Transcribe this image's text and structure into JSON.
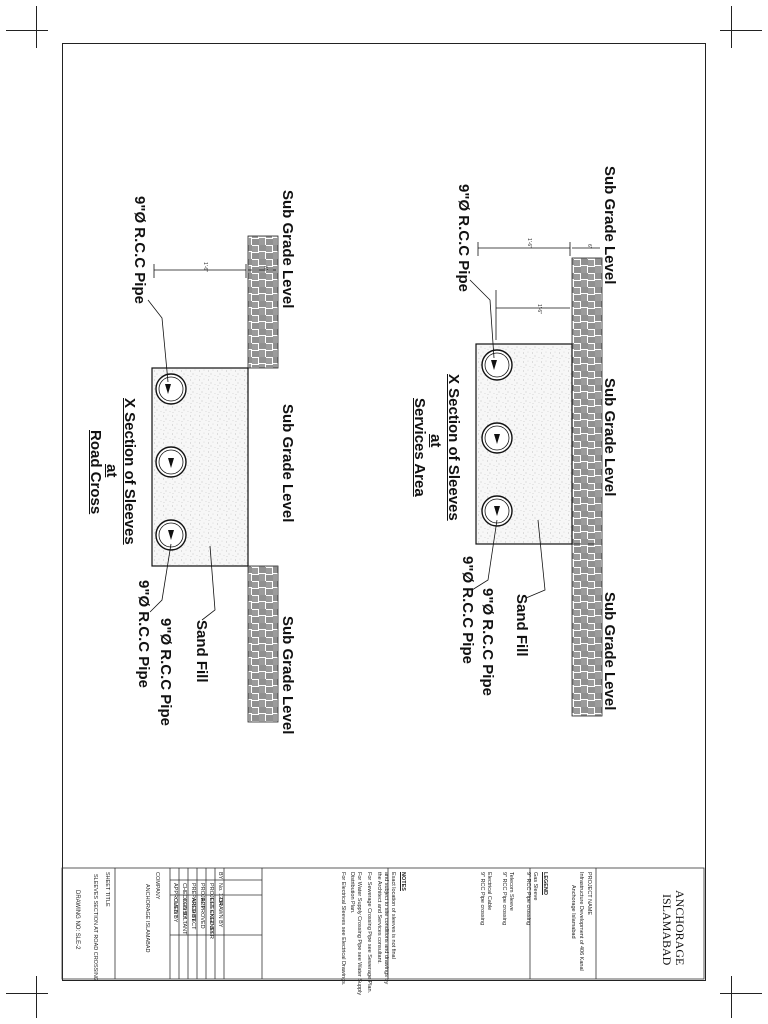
{
  "sections": {
    "services": {
      "title_line1": "X Section of Sleeves",
      "title_line2": "at",
      "title_line3": "Services Area",
      "sub_grade_left": "Sub Grade Level",
      "sub_grade_center": "Sub Grade Level",
      "sub_grade_right": "Sub Grade Level",
      "pipe_top_label": "9\"Ø R.C.C Pipe",
      "pipe_bottom_label_1": "9\"Ø R.C.C Pipe",
      "pipe_bottom_label_2": "9\"Ø R.C.C Pipe",
      "sand_fill": "Sand Fill",
      "dim_1": "1'-6\"",
      "dim_2": "6\"",
      "dim_3": "1'-6\""
    },
    "road": {
      "title_line1": "X Section of Sleeves",
      "title_line2": "at",
      "title_line3": "Road Cross",
      "sub_grade_left": "Sub Grade Level",
      "sub_grade_center": "Sub Grade Level",
      "sub_grade_right": "Sub Grade Level",
      "pipe_top_label": "9\"Ø R.C.C Pipe",
      "pipe_bottom_label_1": "9\"Ø R.C.C Pipe",
      "pipe_bottom_label_2": "9\"Ø R.C.C Pipe",
      "sand_fill": "Sand Fill",
      "dim_1": "1'-6\"",
      "dim_2": "6\""
    }
  },
  "title_block": {
    "company_line1": "ANCHORAGE",
    "company_line2": "ISLAMABAD",
    "project_heading": "PROJECT NAME",
    "project_line1": "Infrastructure Development of 406 Kanal",
    "project_line2": "Anchorage Islamabad",
    "legend_heading": "LEGEND",
    "legend_items": [
      "Gas Sleeve",
      "9\" RCC Pipe crossing",
      "Telecom Sleeve",
      "9\" RCC Pipe crossing",
      "Electrical Cable",
      "9\" RCC Pipe crossing"
    ],
    "notes_heading": "NOTES",
    "notes_lines": [
      "Exact location of sleeves is not final",
      "and subject to site conditions and drawings by",
      "the Architect and Services consultant.",
      "For Sewerage Crossing Pipe see Sewerage Plan.",
      "For Water Supply Crossing Pipe see Water Supply",
      "Distribution Plan.",
      "For Electrical Sleeves see Electrical Drawings."
    ],
    "sig_rows": [
      [
        "BY",
        "No. 1234",
        "DRAWN BY"
      ],
      [
        "",
        "PROJECT ENGINEER",
        "CHECKED BY"
      ],
      [
        "",
        "PROJECT",
        "APPROVED"
      ],
      [
        "",
        "PREPARED BY",
        "ARCHITECT"
      ],
      [
        "",
        "CHECKED BY",
        "CONSULTANT"
      ],
      [
        "",
        "APPROVED BY",
        "CLIENT"
      ]
    ],
    "client_heading": "COMPANY",
    "client_line": "ANCHORAGE ISLAMABAD",
    "sheet_title_heading": "SHEET TITLE",
    "sheet_title_line": "SLEEVES SECTION AT ROAD CROSSING",
    "drawing_no": "DRAWING NO: SLE-2"
  },
  "colors": {
    "ink": "#111111",
    "sand_fill_bg": "#f7f7f7",
    "brick_line": "#222222"
  }
}
